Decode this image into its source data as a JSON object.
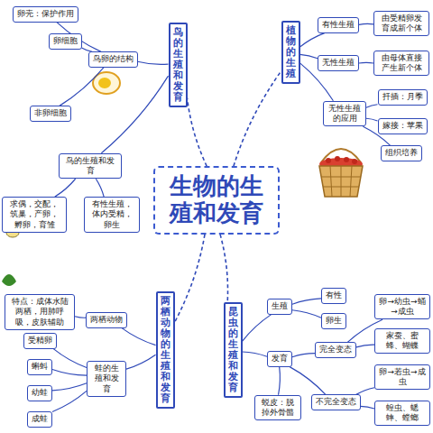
{
  "diagram": {
    "nodes": [
      {
        "text": [
          "生物的生殖和发育"
        ]
      },
      {
        "text": [
          "鸟的生殖和发育"
        ]
      },
      {
        "text": [
          "鸟卵的结构"
        ]
      },
      {
        "text": [
          "卵细胞"
        ]
      },
      {
        "text": [
          "卵壳：保护作用"
        ]
      },
      {
        "text": [
          "非卵细胞"
        ]
      },
      {
        "text": [
          "鸟的生殖和发育"
        ]
      },
      {
        "text": [
          "求偶，交配，筑巢，产卵，孵卵，育雏"
        ]
      },
      {
        "text": [
          "有性生殖，体内受精，卵生"
        ]
      },
      {
        "text": [
          "植物的生殖"
        ]
      },
      {
        "text": [
          "有性生殖"
        ]
      },
      {
        "text": [
          "由受精卵发育成新个体"
        ]
      },
      {
        "text": [
          "无性生殖"
        ]
      },
      {
        "text": [
          "由母体直接产生新个体"
        ]
      },
      {
        "text": [
          "无性生殖的应用"
        ]
      },
      {
        "text": [
          "扦插：月季"
        ]
      },
      {
        "text": [
          "嫁接：苹果"
        ]
      },
      {
        "text": [
          "组织培养"
        ]
      },
      {
        "text": [
          "两栖动物的生殖和发育"
        ]
      },
      {
        "text": [
          "两栖动物"
        ]
      },
      {
        "text": [
          "特点：成体水陆两栖，用肺呼吸，皮肤辅助"
        ]
      },
      {
        "text": [
          "蛙的生殖和发育"
        ]
      },
      {
        "text": [
          "受精卵"
        ]
      },
      {
        "text": [
          "蝌蚪"
        ]
      },
      {
        "text": [
          "幼蛙"
        ]
      },
      {
        "text": [
          "成蛙"
        ]
      },
      {
        "text": [
          "昆虫的生殖和发育"
        ]
      },
      {
        "text": [
          "生殖"
        ]
      },
      {
        "text": [
          "有性"
        ]
      },
      {
        "text": [
          "卵生"
        ]
      },
      {
        "text": [
          "发育"
        ]
      },
      {
        "text": [
          "完全变态"
        ]
      },
      {
        "text": [
          "卵→幼虫→蛹→成虫"
        ]
      },
      {
        "text": [
          "家蚕、蜜蜂、蝴蝶"
        ]
      },
      {
        "text": [
          "不完全变态"
        ]
      },
      {
        "text": [
          "卵→若虫→成虫"
        ]
      },
      {
        "text": [
          "蝗虫、蟋蟀、螳螂"
        ]
      },
      {
        "text": [
          "蜕皮：脱掉外骨骼"
        ]
      }
    ],
    "edges": [
      {
        "from": 0,
        "to": 1,
        "arrow": "none"
      },
      {
        "from": 0,
        "to": 9,
        "arrow": "none"
      },
      {
        "from": 0,
        "to": 18,
        "arrow": "none"
      },
      {
        "from": 0,
        "to": 26,
        "arrow": "none"
      },
      {
        "from": 1,
        "to": 2,
        "arrow": "none"
      },
      {
        "from": 2,
        "to": 3,
        "arrow": "none"
      },
      {
        "from": 2,
        "to": 4,
        "arrow": "none"
      },
      {
        "from": 2,
        "to": 5,
        "arrow": "none"
      },
      {
        "from": 1,
        "to": 6,
        "arrow": "none"
      },
      {
        "from": 6,
        "to": 7,
        "arrow": "none"
      },
      {
        "from": 6,
        "to": 8,
        "arrow": "none"
      },
      {
        "from": 9,
        "to": 10,
        "arrow": "none"
      },
      {
        "from": 10,
        "to": 11,
        "arrow": "none"
      },
      {
        "from": 9,
        "to": 12,
        "arrow": "none"
      },
      {
        "from": 12,
        "to": 13,
        "arrow": "none"
      },
      {
        "from": 9,
        "to": 14,
        "arrow": "none"
      },
      {
        "from": 14,
        "to": 15,
        "arrow": "none"
      },
      {
        "from": 14,
        "to": 16,
        "arrow": "none"
      },
      {
        "from": 14,
        "to": 17,
        "arrow": "none"
      },
      {
        "from": 18,
        "to": 19,
        "arrow": "none"
      },
      {
        "from": 19,
        "to": 20,
        "arrow": "none"
      },
      {
        "from": 18,
        "to": 21,
        "arrow": "none"
      },
      {
        "from": 21,
        "to": 22,
        "arrow": "none"
      },
      {
        "from": 21,
        "to": 23,
        "arrow": "none"
      },
      {
        "from": 21,
        "to": 24,
        "arrow": "none"
      },
      {
        "from": 21,
        "to": 25,
        "arrow": "none"
      },
      {
        "from": 26,
        "to": 27,
        "arrow": "none"
      },
      {
        "from": 27,
        "to": 28,
        "arrow": "none"
      },
      {
        "from": 27,
        "to": 29,
        "arrow": "none"
      },
      {
        "from": 26,
        "to": 30,
        "arrow": "none"
      },
      {
        "from": 30,
        "to": 31,
        "arrow": "none"
      },
      {
        "from": 31,
        "to": 32,
        "arrow": "none"
      },
      {
        "from": 31,
        "to": 33,
        "arrow": "none"
      },
      {
        "from": 30,
        "to": 34,
        "arrow": "none"
      },
      {
        "from": 34,
        "to": 35,
        "arrow": "none"
      },
      {
        "from": 34,
        "to": 36,
        "arrow": "none"
      },
      {
        "from": 30,
        "to": 37,
        "arrow": "none"
      }
    ]
  }
}
